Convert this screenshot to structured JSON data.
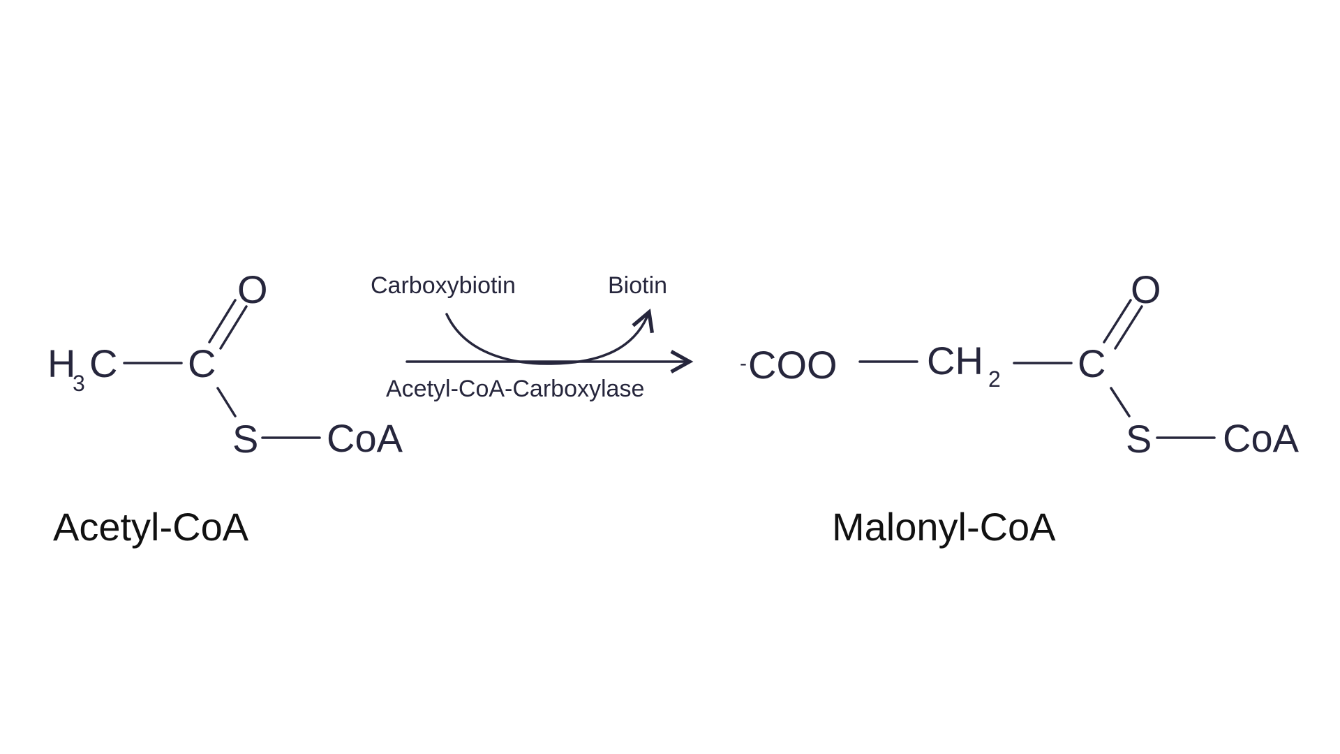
{
  "acetyl": {
    "h": "H",
    "h_sub": "3",
    "methyl_c": "C",
    "carbonyl_c": "C",
    "oxygen": "O",
    "sulfur": "S",
    "coa": "CoA",
    "name": "Acetyl-CoA"
  },
  "reaction": {
    "cofactor_in": "Carboxybiotin",
    "cofactor_out": "Biotin",
    "enzyme": "Acetyl-CoA-Carboxylase"
  },
  "malonyl": {
    "charge": "-",
    "carboxylate": "COO",
    "methylene": "CH",
    "methylene_sub": "2",
    "carbonyl_c": "C",
    "oxygen": "O",
    "sulfur": "S",
    "coa": "CoA",
    "name": "Malonyl-CoA"
  },
  "colors": {
    "ink": "#26263c",
    "caption": "#111111",
    "background": "#ffffff"
  }
}
